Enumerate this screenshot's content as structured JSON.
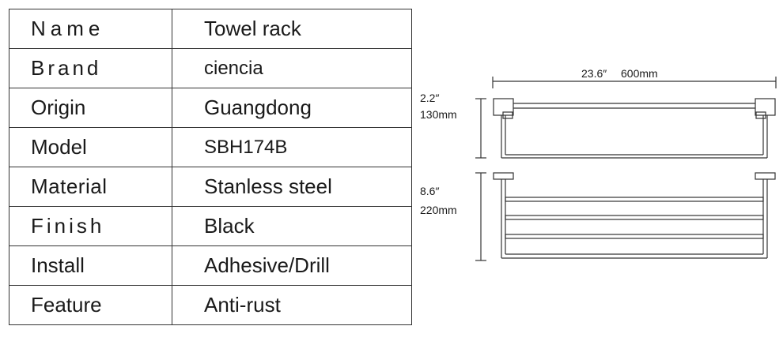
{
  "specs": [
    {
      "label": "Name",
      "value": "Towel rack"
    },
    {
      "label": "Brand",
      "value": "ciencia"
    },
    {
      "label": "Origin",
      "value": "Guangdong"
    },
    {
      "label": "Model",
      "value": "SBH174B"
    },
    {
      "label": "Material",
      "value": "Stanless steel"
    },
    {
      "label": "Finish",
      "value": "Black"
    },
    {
      "label": "Install",
      "value": "Adhesive/Drill"
    },
    {
      "label": "Feature",
      "value": "Anti-rust"
    }
  ],
  "drawing": {
    "width_in": "23.6″",
    "width_mm": "600mm",
    "top_height_in": "2.2″",
    "top_height_mm": "130mm",
    "side_depth_in": "8.6″",
    "side_depth_mm": "220mm"
  }
}
